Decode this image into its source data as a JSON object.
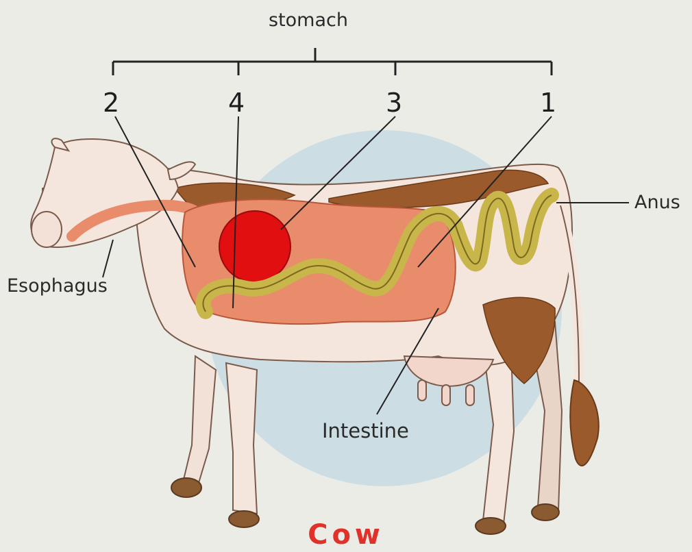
{
  "labels": {
    "stomach": "stomach",
    "chambers": [
      "2",
      "4",
      "3",
      "1"
    ],
    "esophagus": "Esophagus",
    "anus": "Anus",
    "intestine": "Intestine"
  },
  "title": "Cow",
  "colors": {
    "background": "#ecece7",
    "backdrop_circle": "#c8dbe3",
    "cow_body": "#f4e6dd",
    "cow_spots": "#9a5a2c",
    "stomach_body": "#e98c6c",
    "reticulum": "#e10f0f",
    "intestine": "#c9b64b",
    "title": "#e0322a"
  },
  "icons": [
    "cow-illustration"
  ]
}
